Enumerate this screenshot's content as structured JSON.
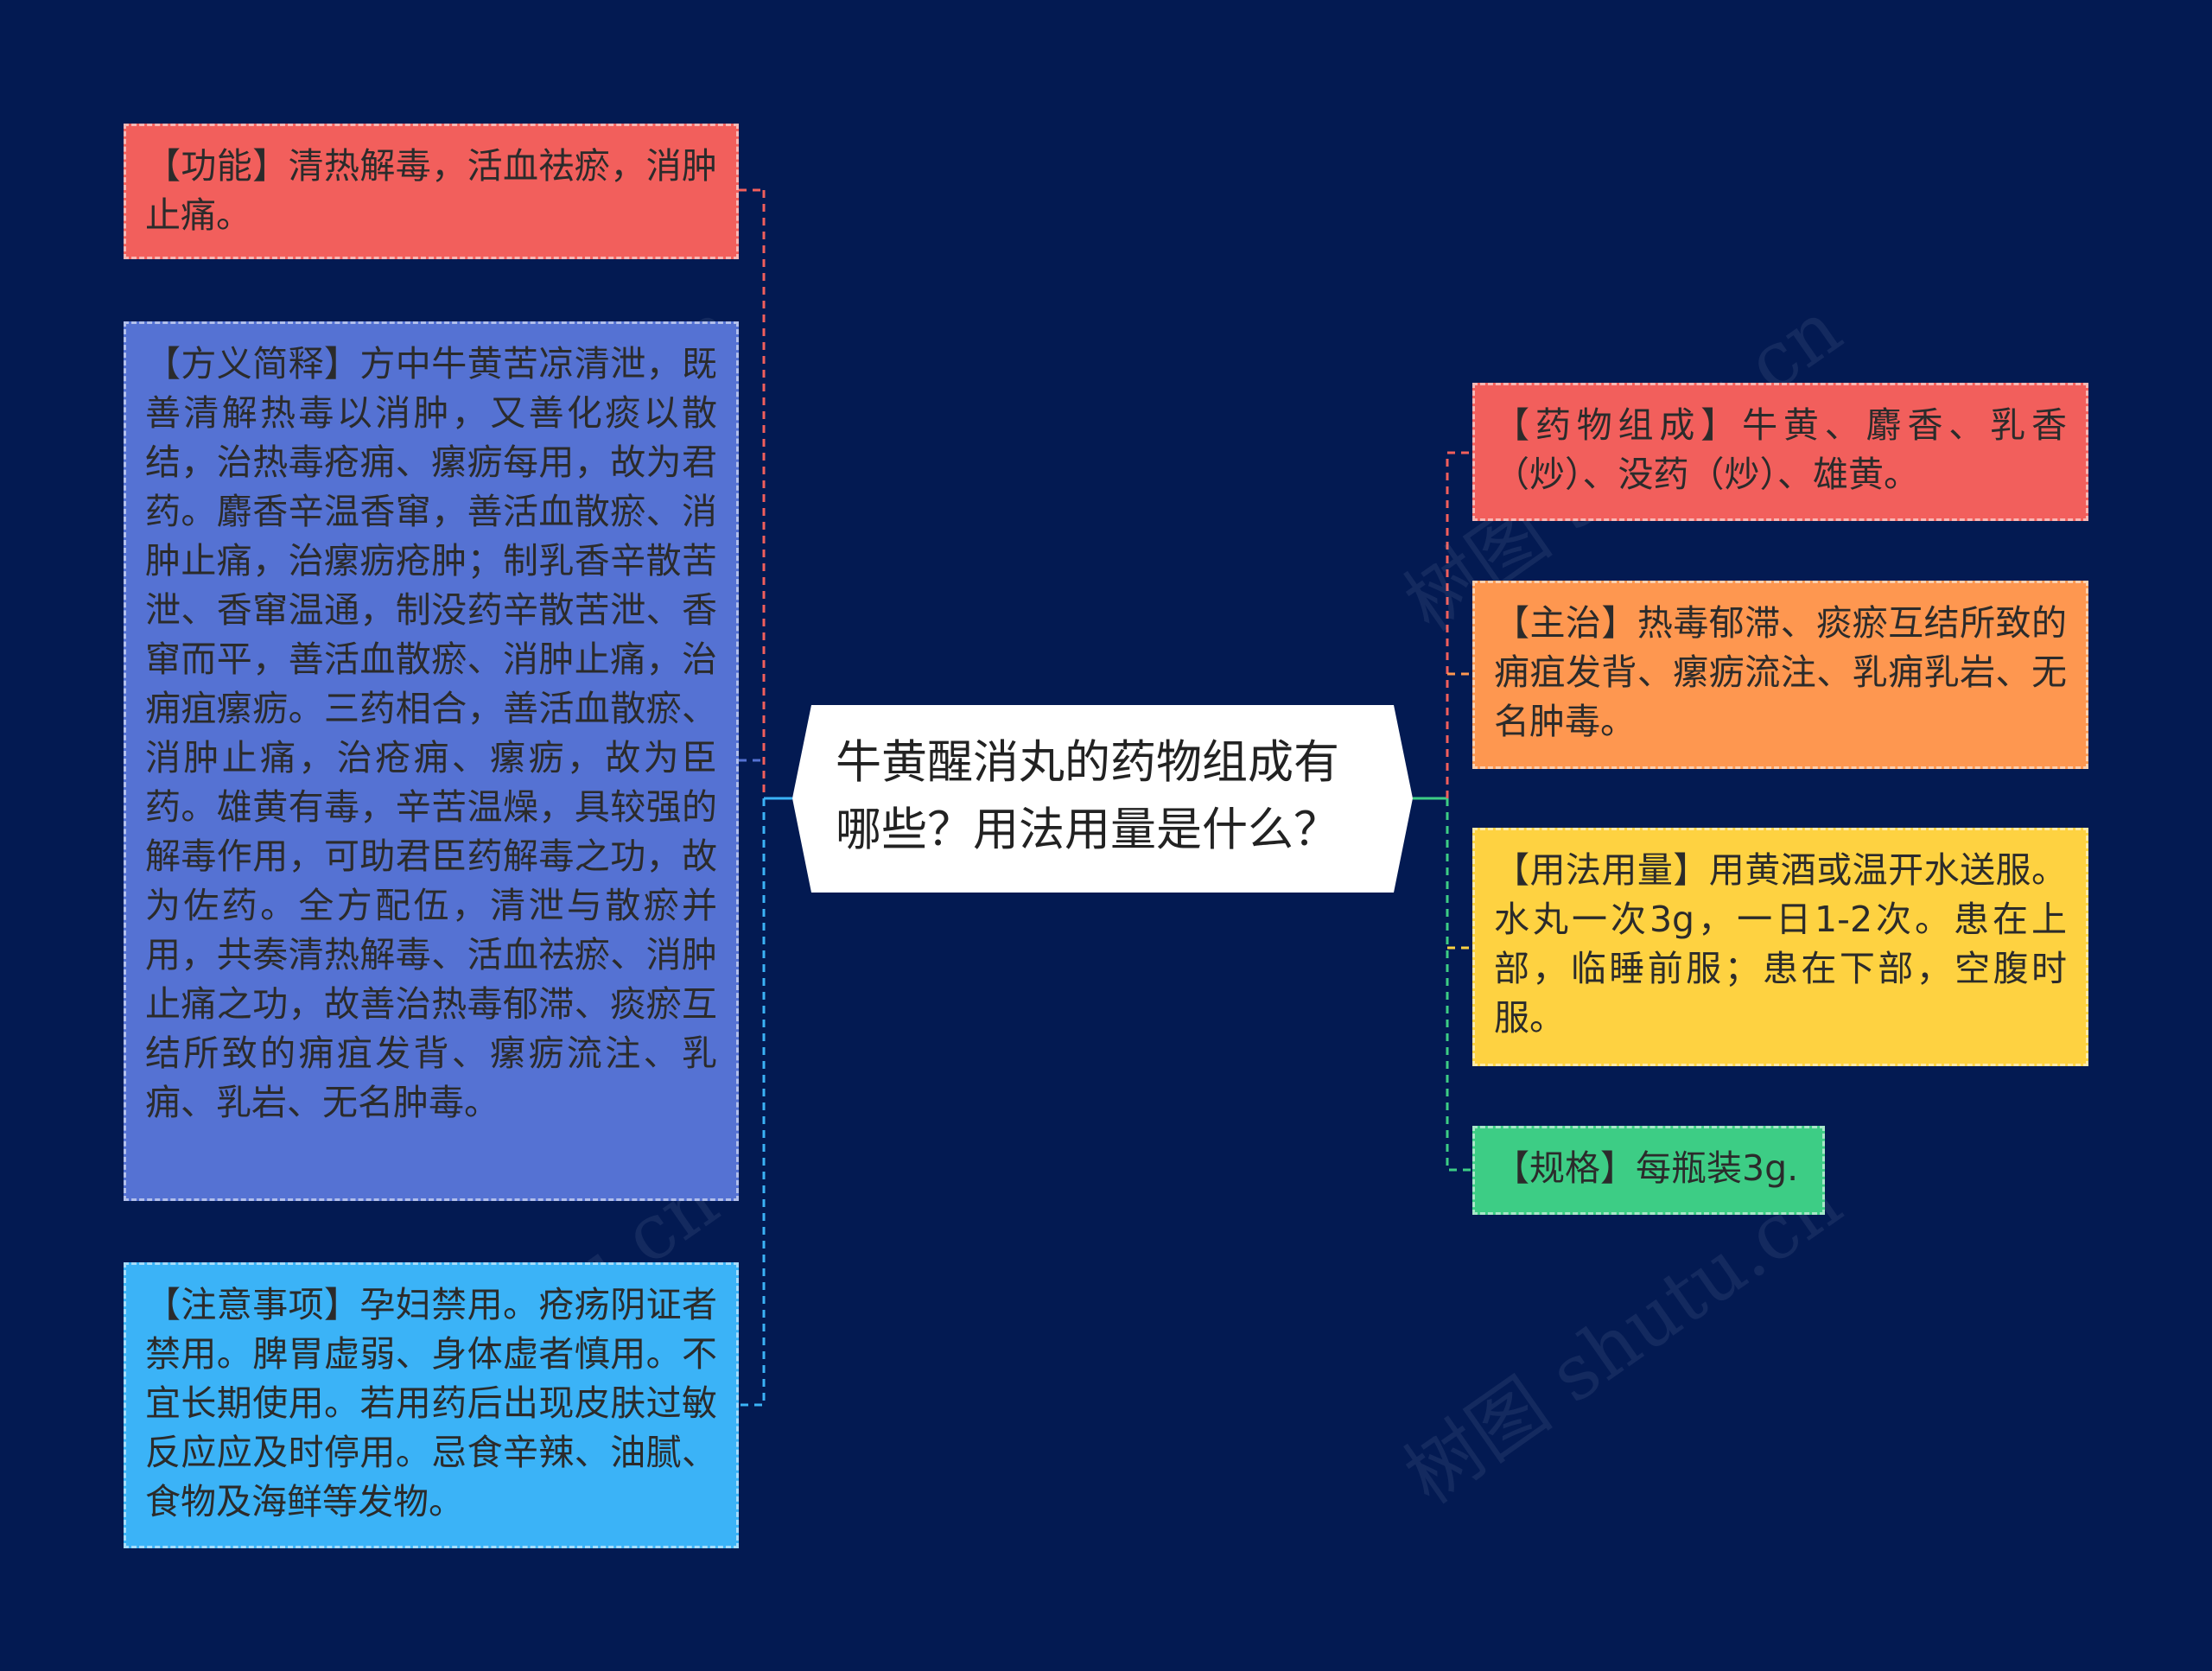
{
  "colors": {
    "background": "#031a52",
    "red": "#f25f5c",
    "blue": "#5572d3",
    "cyan": "#3bb3f7",
    "orange": "#fe9750",
    "yellow": "#fed241",
    "green": "#3dcd85"
  },
  "root": {
    "title": "牛黄醒消丸的药物组成有哪些？用法用量是什么？"
  },
  "left_nodes": [
    {
      "text": "【功能】清热解毒，活血祛瘀，消肿止痛。"
    },
    {
      "text": "【方义简释】方中牛黄苦凉清泄，既善清解热毒以消肿，又善化痰以散结，治热毒疮痈、瘰疬每用，故为君药。麝香辛温香窜，善活血散瘀、消肿止痛，治瘰疬疮肿；制乳香辛散苦泄、香窜温通，制没药辛散苦泄、香窜而平，善活血散瘀、消肿止痛，治痈疽瘰疬。三药相合，善活血散瘀、消肿止痛，治疮痈、瘰疬，故为臣药。雄黄有毒，辛苦温燥，具较强的解毒作用，可助君臣药解毒之功，故为佐药。全方配伍，清泄与散瘀并用，共奏清热解毒、活血祛瘀、消肿止痛之功，故善治热毒郁滞、痰瘀互结所致的痈疽发背、瘰疬流注、乳痈、乳岩、无名肿毒。"
    },
    {
      "text": "【注意事项】孕妇禁用。疮疡阴证者禁用。脾胃虚弱、身体虚者慎用。不宜长期使用。若用药后出现皮肤过敏反应应及时停用。忌食辛辣、油腻、食物及海鲜等发物。"
    }
  ],
  "right_nodes": [
    {
      "text": "【药物组成】牛黄、麝香、乳香（炒）、没药（炒）、雄黄。"
    },
    {
      "text": "【主治】热毒郁滞、痰瘀互结所致的痈疽发背、瘰疬流注、乳痈乳岩、无名肿毒。"
    },
    {
      "text": "【用法用量】用黄酒或温开水送服。水丸一次3g，一日1-2次。患在上部，临睡前服；患在下部，空腹时服。"
    },
    {
      "text": "【规格】每瓶装3g."
    }
  ],
  "watermark": "树图 shutu.cn"
}
